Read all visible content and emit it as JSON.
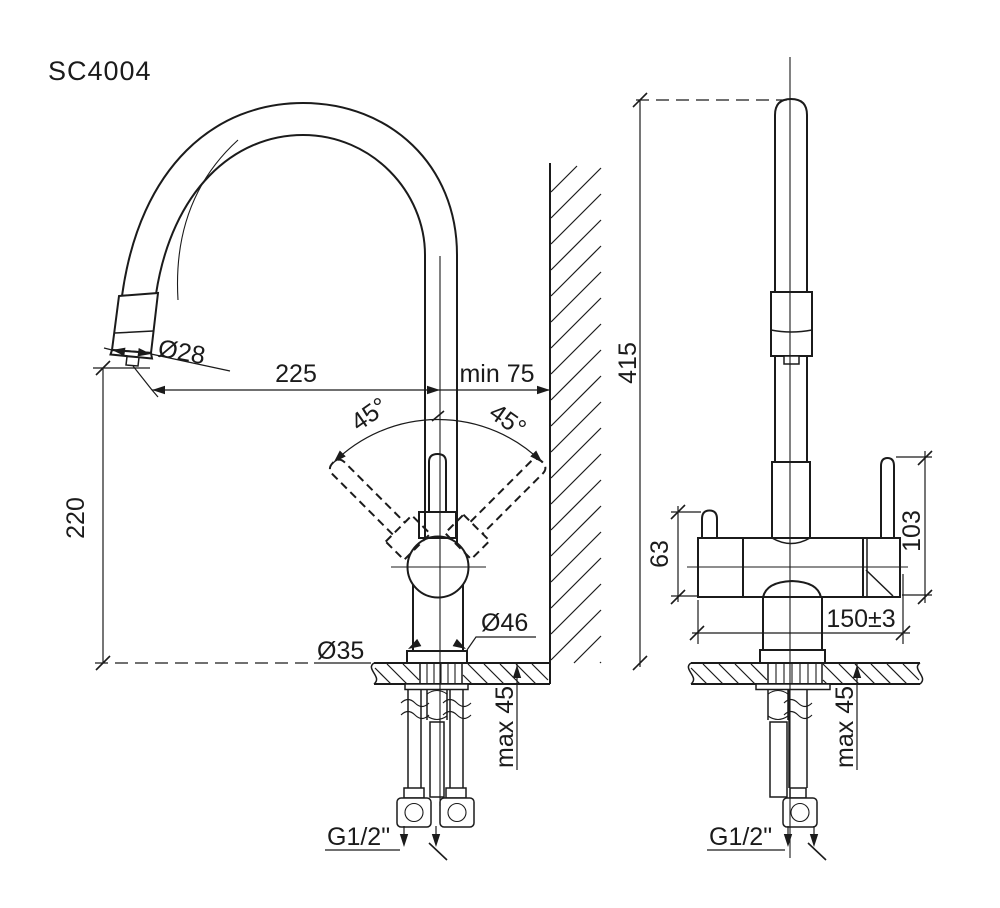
{
  "title": "SC4004",
  "colors": {
    "line": "#1b1b1b",
    "background": "#ffffff"
  },
  "front_view": {
    "name": "front view",
    "labels": {
      "spout_diameter": "Ø28",
      "spout_reach": "225",
      "min_wall_distance": "min 75",
      "swivel_left": "45°",
      "swivel_right": "45°",
      "spout_height": "220",
      "mounting_hole": "Ø35",
      "base_diameter": "Ø46",
      "max_deck_thickness": "max 45",
      "thread": "G1/2\""
    }
  },
  "side_view": {
    "name": "side view",
    "labels": {
      "total_height": "415",
      "rear_lever_height": "63",
      "front_lever_height": "103",
      "depth": "150±3",
      "max_deck_thickness": "max 45",
      "thread": "G1/2\""
    }
  }
}
